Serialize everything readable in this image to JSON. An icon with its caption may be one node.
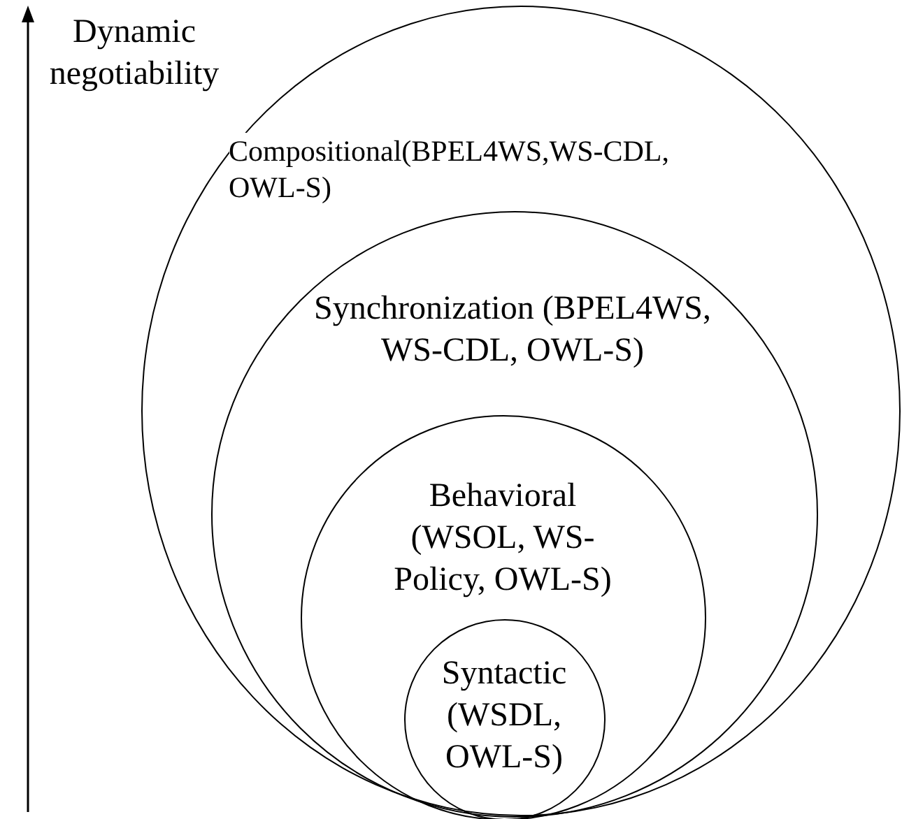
{
  "diagram": {
    "nodes": [
      {
        "text": [
          "Compositional(BPEL4WS,WS-CDL, OWL-S)"
        ]
      },
      {
        "text": [
          "Synchronization (BPEL4WS, WS-CDL, OWL-S)"
        ],
        "in": 0
      },
      {
        "text": [
          "Behavioral (WSOL, WS-Policy, OWL-S)"
        ],
        "in": 1
      },
      {
        "text": [
          "Syntactic (WSDL, OWL-S)"
        ],
        "in": 2
      }
    ],
    "edges": [],
    "labels": [
      "Dynamic negotiability"
    ]
  }
}
